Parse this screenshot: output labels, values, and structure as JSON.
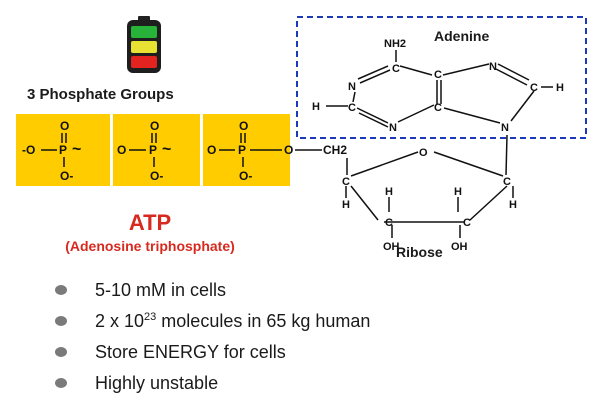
{
  "battery": {
    "icon": "battery-icon",
    "colors": [
      "#27b33a",
      "#e9e233",
      "#e2231f"
    ]
  },
  "phosphate": {
    "heading": "3 Phosphate Groups",
    "box_color": "#ffcc00",
    "groups": [
      {
        "top_o": "O",
        "left": "-O",
        "p": "P",
        "bond": "~",
        "bottom_o": "O-"
      },
      {
        "top_o": "O",
        "left": "O",
        "p": "P",
        "bond": "~",
        "bottom_o": "O-"
      },
      {
        "top_o": "O",
        "left": "O",
        "p": "P",
        "bond": "",
        "bottom_o": "O-"
      }
    ],
    "linker_o": "O",
    "ch2": "CH2"
  },
  "adenine": {
    "label": "Adenine",
    "box_color": "#1a3ab8",
    "nh2": "NH2",
    "n_labels": [
      "N",
      "N",
      "N",
      "N"
    ],
    "c_labels": [
      "C",
      "C",
      "C",
      "C",
      "C"
    ],
    "h_labels": [
      "H",
      "H"
    ]
  },
  "ribose": {
    "label": "Ribose",
    "ring_o": "O",
    "c_labels": [
      "C",
      "C",
      "C",
      "C"
    ],
    "h_labels": [
      "H",
      "H",
      "H",
      "H"
    ],
    "oh_labels": [
      "OH",
      "OH"
    ]
  },
  "title": {
    "main": "ATP",
    "sub": "(Adenosine triphosphate)",
    "color": "#d72a1f"
  },
  "facts": [
    {
      "text": "5-10 mM in cells"
    },
    {
      "pre": "2 x 10",
      "sup": "23",
      "post": " molecules in 65 kg human"
    },
    {
      "text": "Store ENERGY for cells"
    },
    {
      "text": "Highly unstable"
    }
  ]
}
